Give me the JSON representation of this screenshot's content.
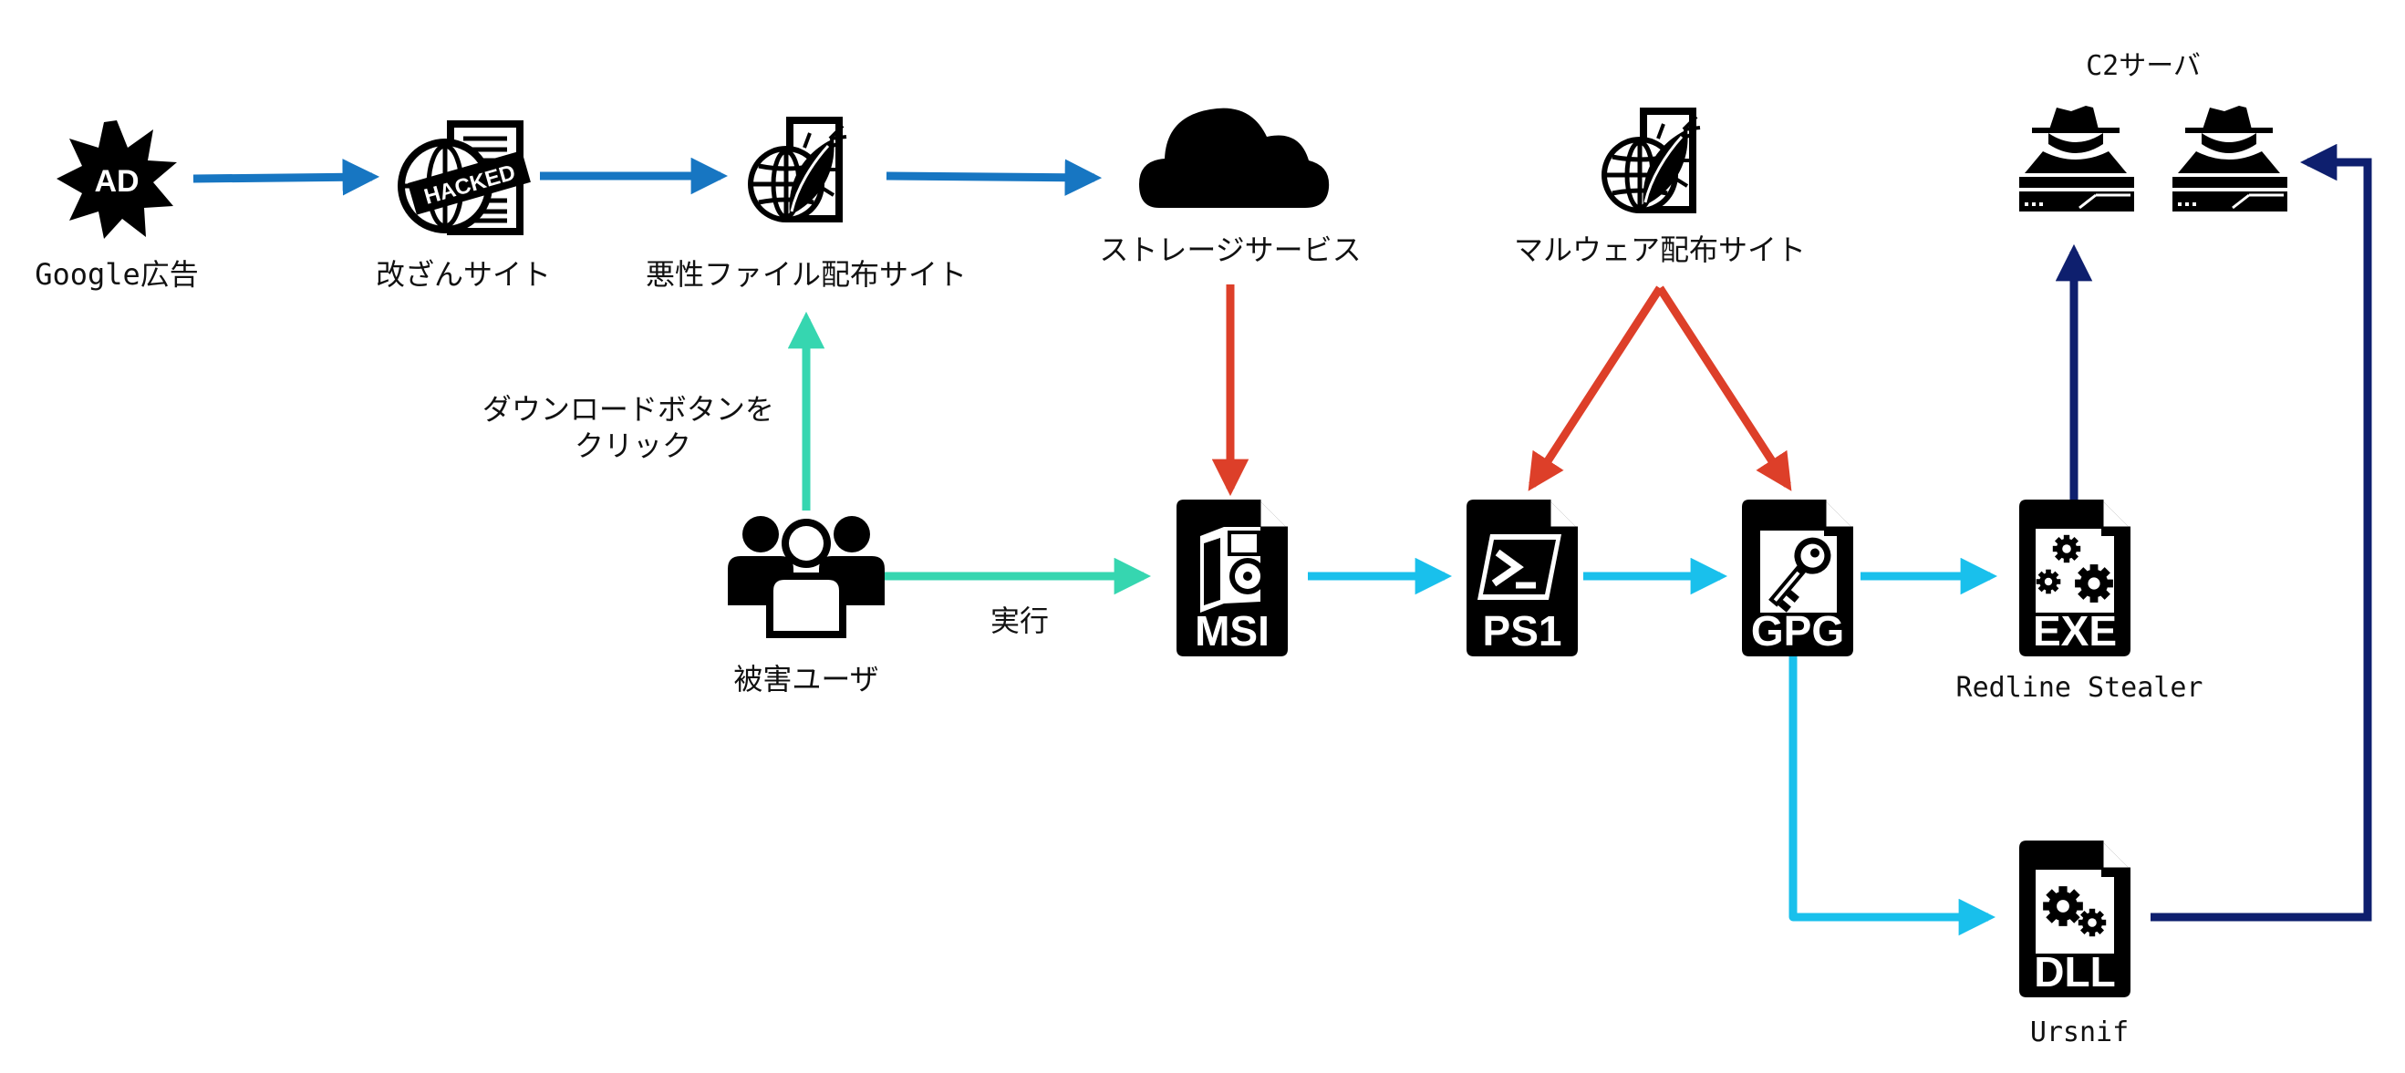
{
  "colors": {
    "blue": "#1776c2",
    "teal": "#36d6b0",
    "red": "#dd3f29",
    "cyan": "#19c0ec",
    "navy": "#0e1f6e",
    "icon": "#000000"
  },
  "nodes": {
    "google_ad": {
      "label": "Google広告",
      "icon": "ad-burst-icon",
      "badge": "AD"
    },
    "hacked_site": {
      "label": "改ざんサイト",
      "icon": "hacked-document-icon",
      "badge": "HACKED"
    },
    "malicious_site": {
      "label": "悪性ファイル配布サイト",
      "icon": "globe-bug-document-icon"
    },
    "storage": {
      "label": "ストレージサービス",
      "icon": "cloud-icon"
    },
    "malware_site": {
      "label": "マルウェア配布サイト",
      "icon": "globe-bug-document-icon"
    },
    "c2": {
      "label": "C2サーバ",
      "icon": "hacker-server-icon"
    },
    "victim": {
      "label": "被害ユーザ",
      "icon": "users-group-icon"
    },
    "msi": {
      "badge": "MSI",
      "icon": "msi-file-icon"
    },
    "ps1": {
      "badge": "PS1",
      "icon": "powershell-file-icon"
    },
    "gpg": {
      "badge": "GPG",
      "icon": "key-file-icon"
    },
    "exe": {
      "badge": "EXE",
      "label": "Redline Stealer",
      "icon": "gears-file-icon"
    },
    "dll": {
      "badge": "DLL",
      "label": "Ursnif",
      "icon": "gears-file-icon"
    }
  },
  "edge_labels": {
    "click_line1": "ダウンロードボタンを",
    "click_line2": "クリック",
    "execute": "実行"
  }
}
